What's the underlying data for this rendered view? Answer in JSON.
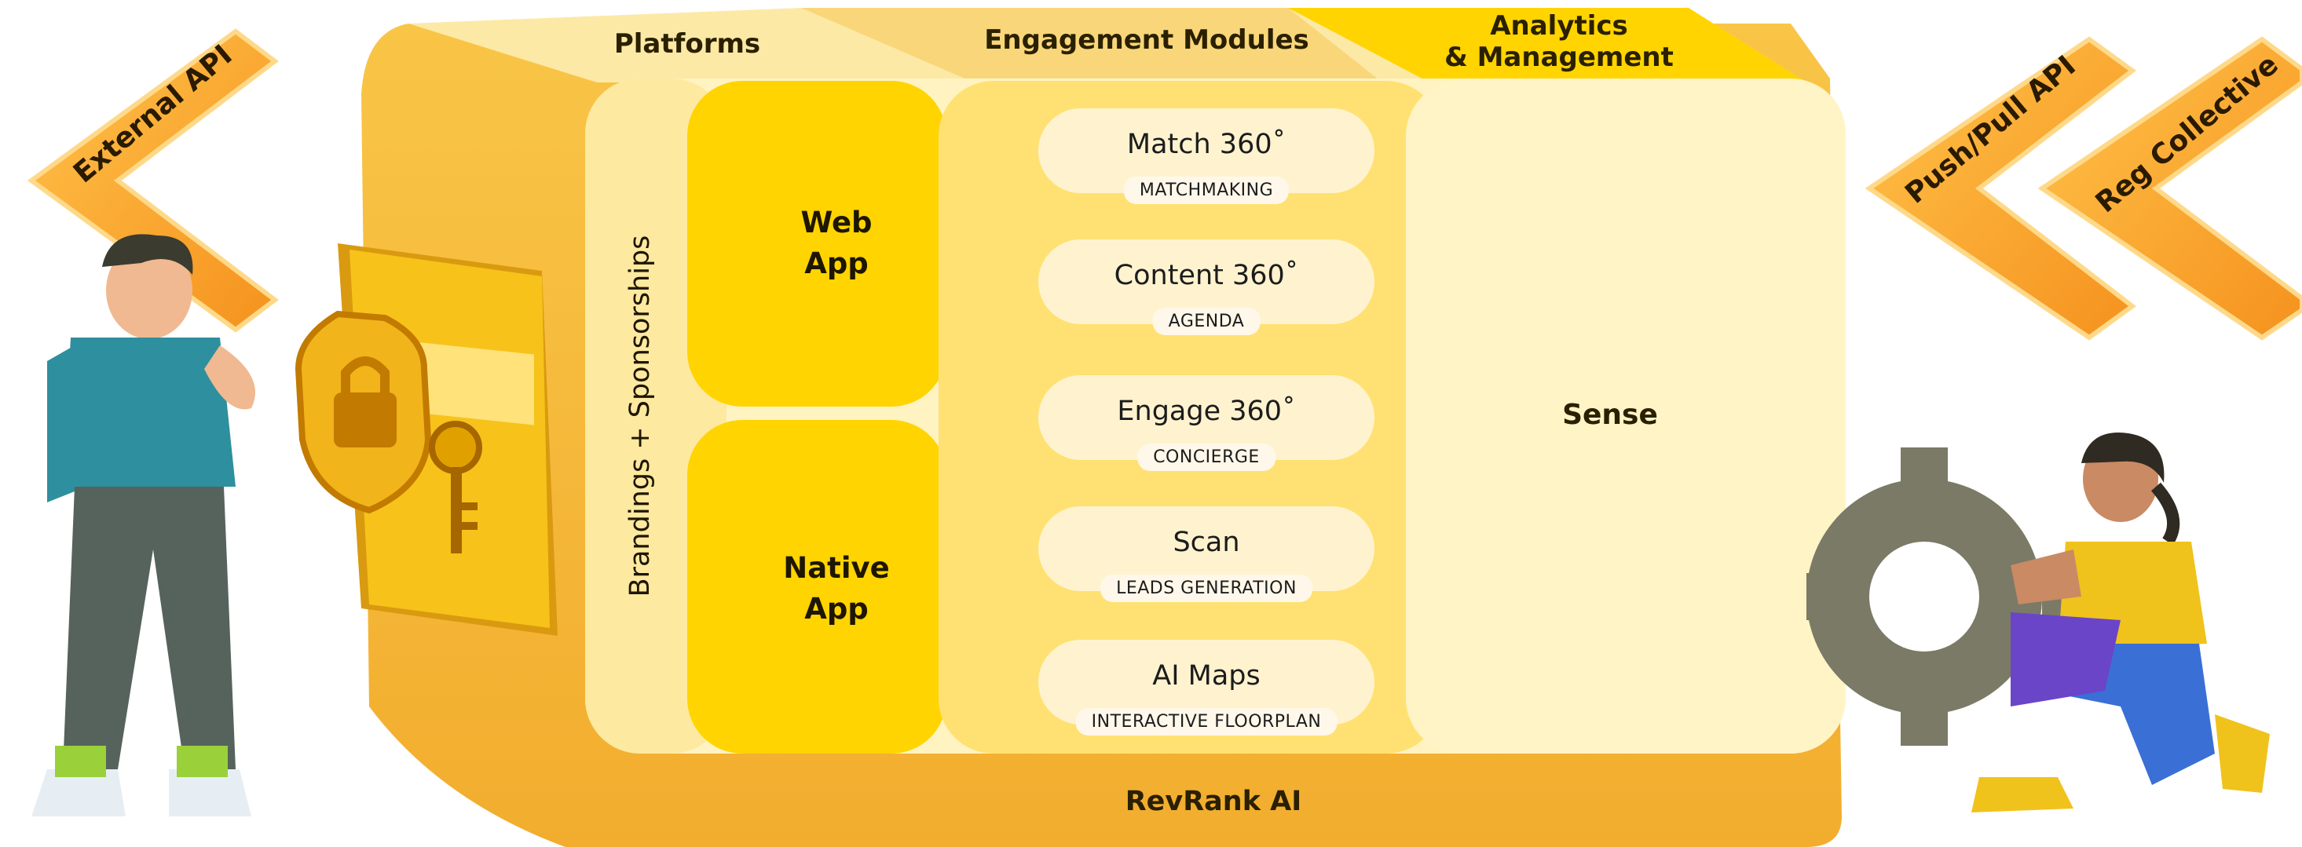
{
  "headers": {
    "platforms": "Platforms",
    "engagement_modules": "Engagement Modules",
    "analytics_line1": "Analytics",
    "analytics_line2": "& Management"
  },
  "left_band": "Brandings + Sponsorships",
  "platforms": [
    {
      "label": "Web\nApp"
    },
    {
      "label": "Native\nApp"
    }
  ],
  "modules": [
    {
      "title": "Match 360˚",
      "subtitle": "MATCHMAKING"
    },
    {
      "title": "Content 360˚",
      "subtitle": "AGENDA"
    },
    {
      "title": "Engage 360˚",
      "subtitle": "CONCIERGE"
    },
    {
      "title": "Scan",
      "subtitle": "LEADS GENERATION"
    },
    {
      "title": "AI Maps",
      "subtitle": "INTERACTIVE FLOORPLAN"
    }
  ],
  "analytics_panel": "Sense",
  "footer": "RevRank AI",
  "arrows": {
    "left": "External API",
    "right1": "Push/Pull API",
    "right2": "Reg Collective"
  },
  "colors": {
    "base_orange": "#f6b73c",
    "light_panel": "#fff3c2",
    "bright_yellow": "#ffd400",
    "module_pill": "#fff3cf",
    "chevron": "#f7a72b"
  }
}
